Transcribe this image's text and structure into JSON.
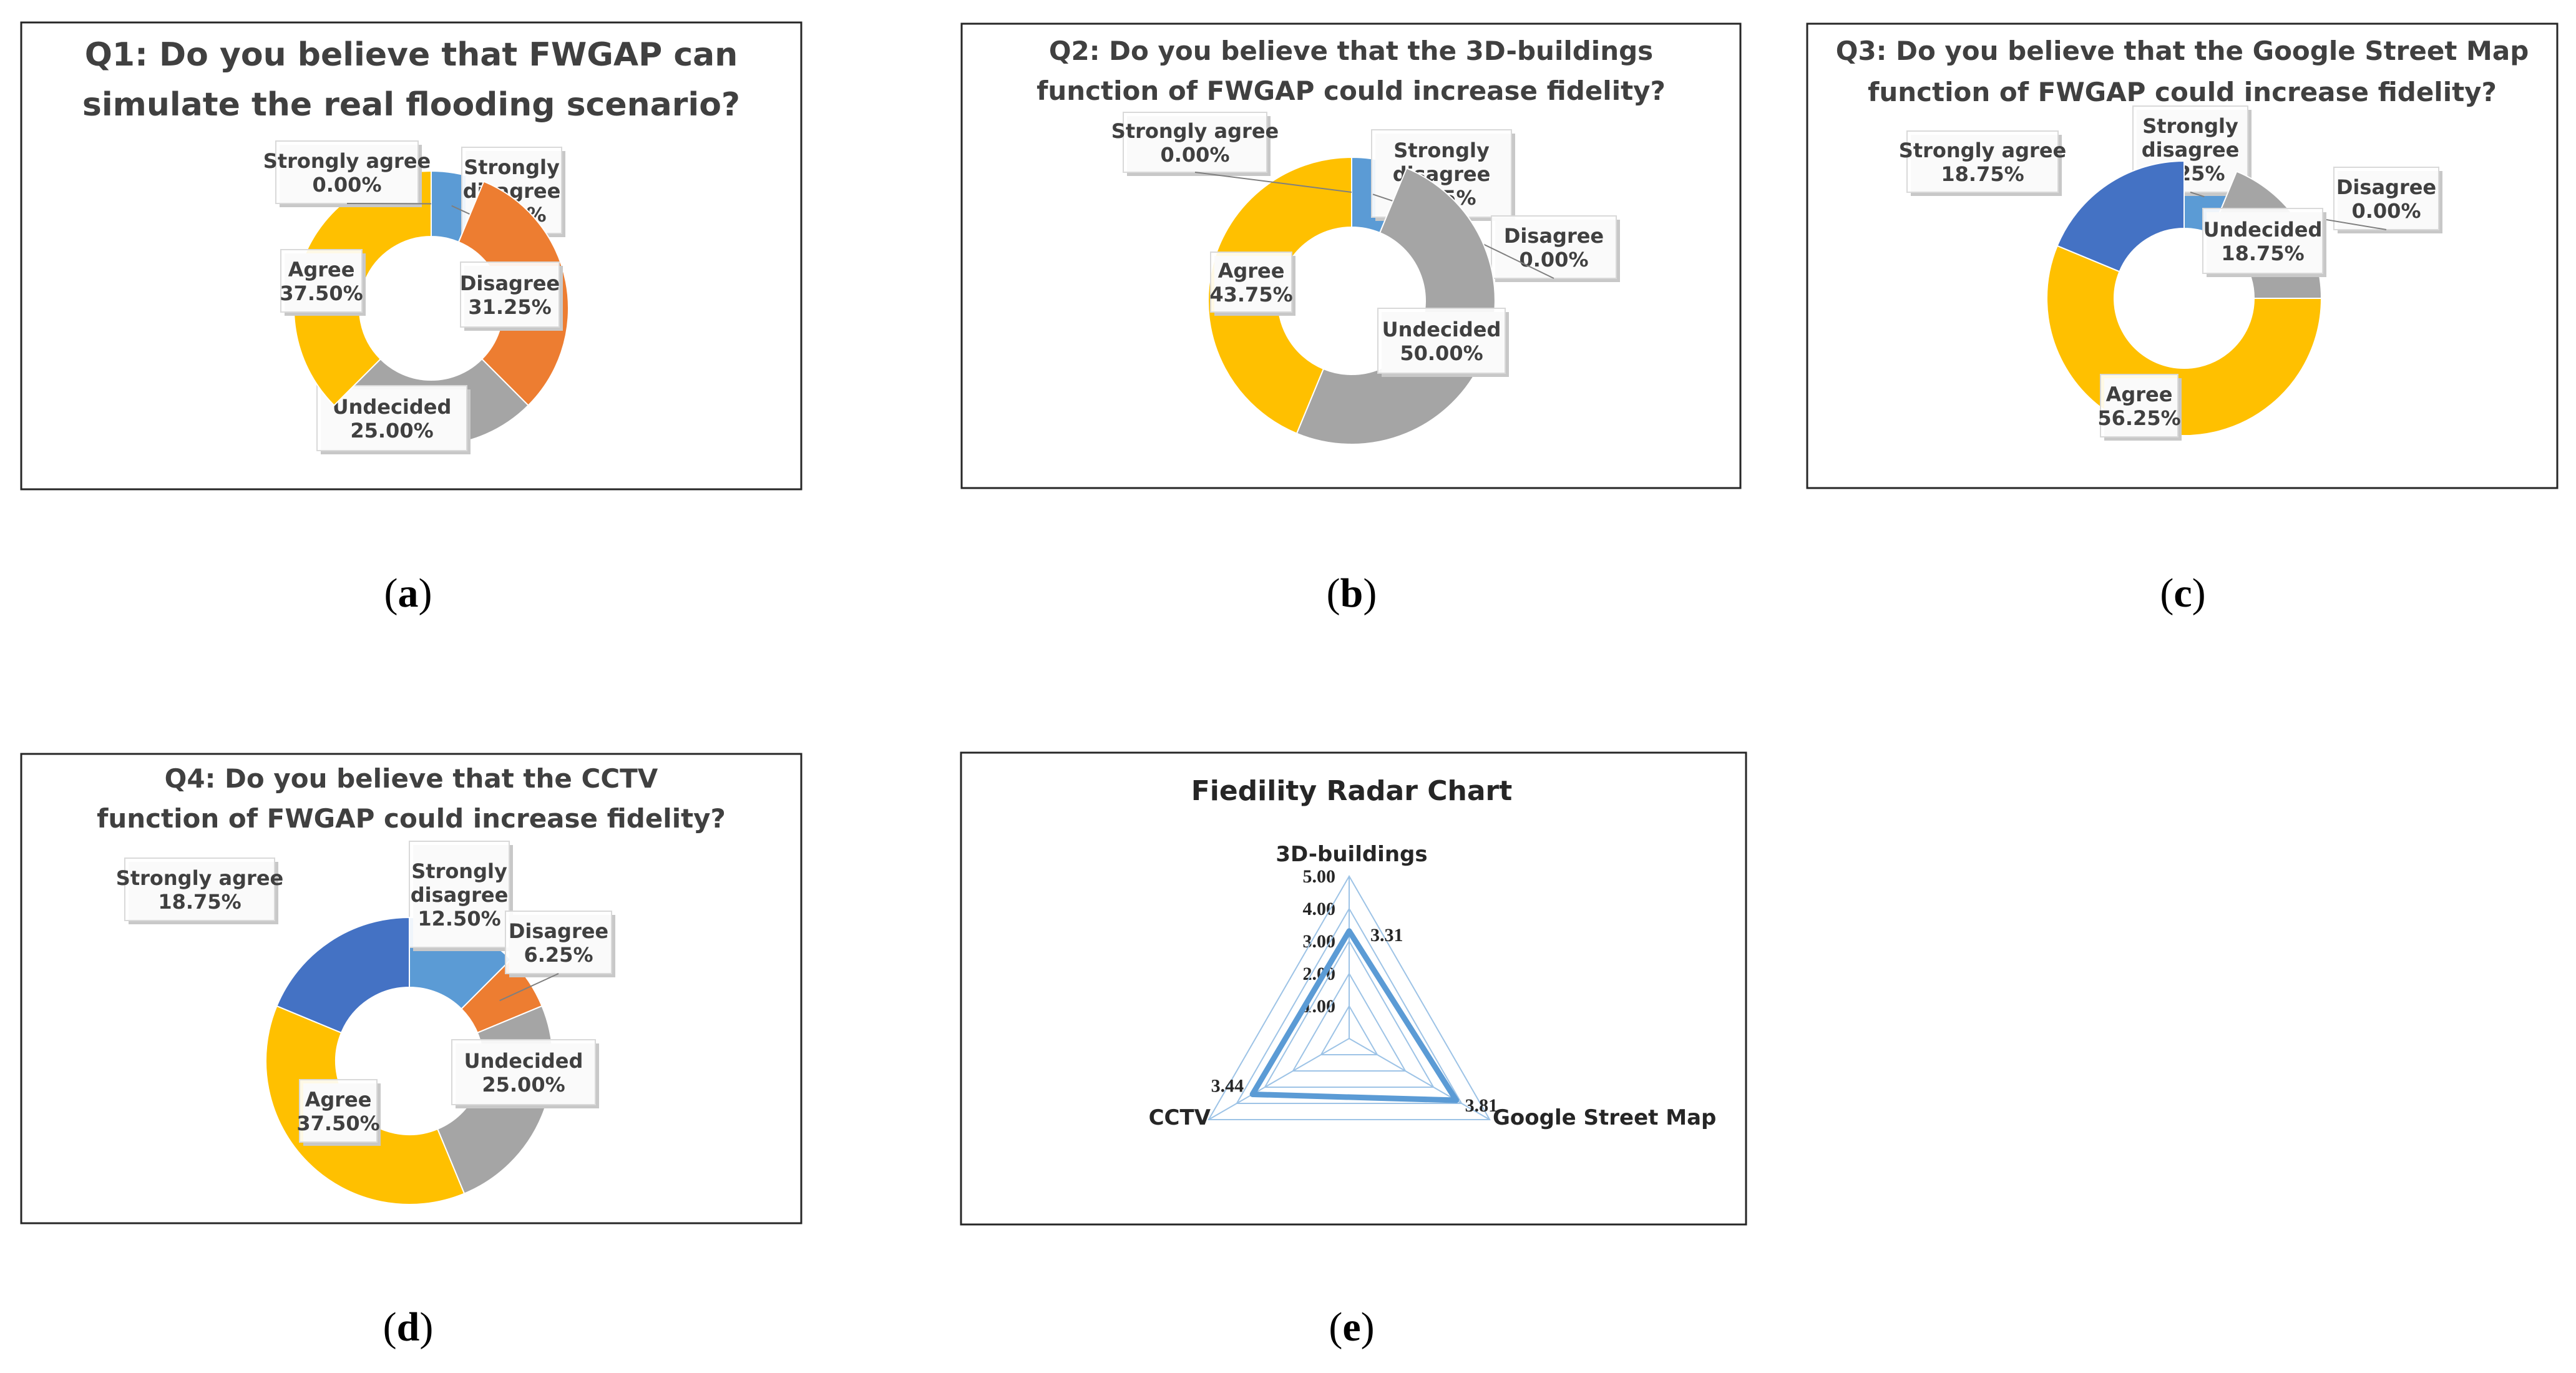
{
  "colors": {
    "strongly_disagree": "#5B9BD5",
    "disagree": "#ED7D31",
    "undecided": "#A5A5A5",
    "agree": "#FFC000",
    "strongly_agree": "#4472C4",
    "radar_line": "#5B9BD5",
    "radar_grid": "#9DC3E6"
  },
  "captions": [
    "(a)",
    "(b)",
    "(c)",
    "(d)",
    "(e)"
  ],
  "chart_data": [
    {
      "type": "pie",
      "variant": "doughnut",
      "title_lines": [
        "Q1: Do you believe that FWGAP can",
        "simulate the real flooding scenario?"
      ],
      "slices": [
        {
          "key": "strongly_disagree",
          "label_lines": [
            "Strongly",
            "disagree"
          ],
          "percent": "6.25%",
          "value": 6.25
        },
        {
          "key": "disagree",
          "label_lines": [
            "Disagree"
          ],
          "percent": "31.25%",
          "value": 31.25
        },
        {
          "key": "undecided",
          "label_lines": [
            "Undecided"
          ],
          "percent": "25.00%",
          "value": 25.0
        },
        {
          "key": "agree",
          "label_lines": [
            "Agree"
          ],
          "percent": "37.50%",
          "value": 37.5
        },
        {
          "key": "strongly_agree",
          "label_lines": [
            "Strongly agree"
          ],
          "percent": "0.00%",
          "value": 0.0
        }
      ]
    },
    {
      "type": "pie",
      "variant": "doughnut",
      "title_lines": [
        "Q2: Do you believe that the 3D-buildings",
        "function of FWGAP could increase fidelity?"
      ],
      "slices": [
        {
          "key": "strongly_disagree",
          "label_lines": [
            "Strongly",
            "disagree"
          ],
          "percent": "6.25%",
          "value": 6.25
        },
        {
          "key": "disagree",
          "label_lines": [
            "Disagree"
          ],
          "percent": "0.00%",
          "value": 0.0
        },
        {
          "key": "undecided",
          "label_lines": [
            "Undecided"
          ],
          "percent": "50.00%",
          "value": 50.0
        },
        {
          "key": "agree",
          "label_lines": [
            "Agree"
          ],
          "percent": "43.75%",
          "value": 43.75
        },
        {
          "key": "strongly_agree",
          "label_lines": [
            "Strongly agree"
          ],
          "percent": "0.00%",
          "value": 0.0
        }
      ]
    },
    {
      "type": "pie",
      "variant": "doughnut",
      "title_lines": [
        "Q3: Do you believe that the Google Street Map",
        "function of FWGAP could increase fidelity?"
      ],
      "slices": [
        {
          "key": "strongly_disagree",
          "label_lines": [
            "Strongly",
            "disagree"
          ],
          "percent": "6.25%",
          "value": 6.25
        },
        {
          "key": "disagree",
          "label_lines": [
            "Disagree"
          ],
          "percent": "0.00%",
          "value": 0.0
        },
        {
          "key": "undecided",
          "label_lines": [
            "Undecided"
          ],
          "percent": "18.75%",
          "value": 18.75
        },
        {
          "key": "agree",
          "label_lines": [
            "Agree"
          ],
          "percent": "56.25%",
          "value": 56.25
        },
        {
          "key": "strongly_agree",
          "label_lines": [
            "Strongly agree"
          ],
          "percent": "18.75%",
          "value": 18.75
        }
      ]
    },
    {
      "type": "pie",
      "variant": "doughnut",
      "title_lines": [
        "Q4: Do you believe that the CCTV",
        "function of FWGAP could increase fidelity?"
      ],
      "slices": [
        {
          "key": "strongly_disagree",
          "label_lines": [
            "Strongly",
            "disagree"
          ],
          "percent": "12.50%",
          "value": 12.5
        },
        {
          "key": "disagree",
          "label_lines": [
            "Disagree"
          ],
          "percent": "6.25%",
          "value": 6.25
        },
        {
          "key": "undecided",
          "label_lines": [
            "Undecided"
          ],
          "percent": "25.00%",
          "value": 25.0
        },
        {
          "key": "agree",
          "label_lines": [
            "Agree"
          ],
          "percent": "37.50%",
          "value": 37.5
        },
        {
          "key": "strongly_agree",
          "label_lines": [
            "Strongly agree"
          ],
          "percent": "18.75%",
          "value": 18.75
        }
      ]
    },
    {
      "type": "radar",
      "title": "Fiedility Radar Chart",
      "axes": [
        "3D-buildings",
        "Google Street Map",
        "CCTV"
      ],
      "values": [
        3.31,
        3.81,
        3.44
      ],
      "value_labels": [
        "3.31",
        "3.81",
        "3.44"
      ],
      "rlim": [
        0,
        5
      ],
      "tick_values": [
        1,
        2,
        3,
        4,
        5
      ],
      "tick_labels": [
        "1.00",
        "2.00",
        "3.00",
        "4.00",
        "5.00"
      ]
    }
  ]
}
